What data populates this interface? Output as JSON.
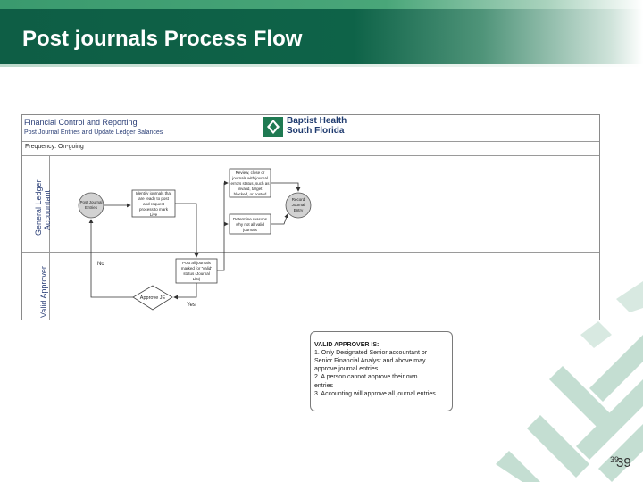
{
  "slide": {
    "title": "Post journals Process Flow",
    "page_number_small": "39",
    "page_number": "39",
    "accent_color": "#0e5e45"
  },
  "diagram": {
    "heading": "Financial Control and Reporting",
    "subheading": "Post Journal Entries and Update Ledger Balances",
    "frequency": "Frequency: On-going",
    "logo_line1": "Baptist Health",
    "logo_line2": "South Florida",
    "lane1_label_line1": "General Ledger",
    "lane1_label_line2": "Accountant",
    "lane2_label": "Valid Approver",
    "start_node": [
      "Post Journal",
      "Entries"
    ],
    "identify_box": [
      "Identify journals that",
      "are ready to post",
      "and request",
      "process to mark",
      "Live"
    ],
    "review_box": [
      "Review, close or",
      "journals with journal",
      "errors status, such as",
      "invalid, target",
      "blocked, or posted"
    ],
    "end_node": [
      "Record",
      "Journal",
      "Entry"
    ],
    "determine_box": [
      "Determine reasons",
      "why not all valid",
      "journals"
    ],
    "post_box": [
      "Post all journals",
      "marked for 'Valid'",
      "status (Journal",
      "List)"
    ],
    "decision": "Approve JE",
    "no_label": "No",
    "yes_label": "Yes"
  },
  "approver_note": {
    "lines": [
      "VALID APPROVER IS:",
      "1. Only Designated Senior accountant or",
      "Senior Financial Analyst and above may",
      "approve journal entries",
      "2. A person cannot approve their own",
      "entries",
      "3. Accounting will approve all journal entries"
    ]
  }
}
